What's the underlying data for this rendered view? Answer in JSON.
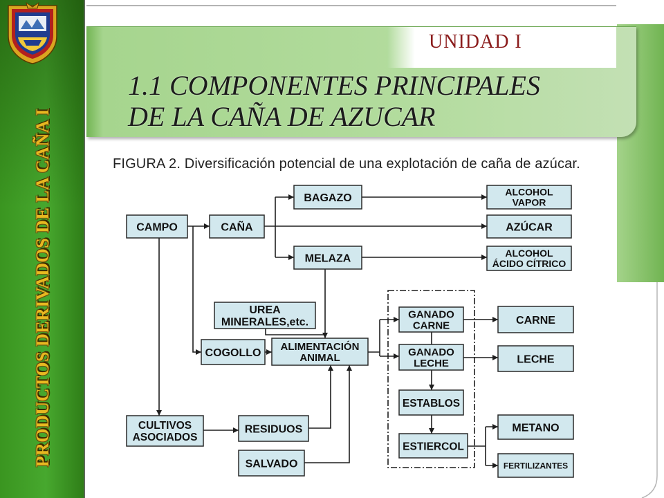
{
  "sidebar": {
    "vertical_title": "PRODUCTOS DERIVADOS DE LA CAÑA I"
  },
  "header": {
    "unit": "UNIDAD I",
    "title_line1": "1.1 COMPONENTES PRINCIPALES",
    "title_line2": "DE LA CAÑA DE AZUCAR"
  },
  "figure": {
    "caption": "FIGURA 2. Diversificación potencial de una explotación de caña de azúcar.",
    "nodes": {
      "campo": [
        "CAMPO"
      ],
      "cana": [
        "CAÑA"
      ],
      "bagazo": [
        "BAGAZO"
      ],
      "melaza": [
        "MELAZA"
      ],
      "alcohol_vapor": [
        "ALCOHOL",
        "VAPOR"
      ],
      "azucar": [
        "AZÚCAR"
      ],
      "alcohol_acido": [
        "ALCOHOL",
        "ÁCIDO CÍTRICO"
      ],
      "urea": [
        "UREA",
        "MINERALES,etc."
      ],
      "cogollo": [
        "COGOLLO"
      ],
      "alimentacion": [
        "ALIMENTACIÓN",
        "ANIMAL"
      ],
      "ganado_carne": [
        "GANADO",
        "CARNE"
      ],
      "ganado_leche": [
        "GANADO",
        "LECHE"
      ],
      "establos": [
        "ESTABLOS"
      ],
      "estiercol": [
        "ESTIERCOL"
      ],
      "carne": [
        "CARNE"
      ],
      "leche": [
        "LECHE"
      ],
      "metano": [
        "METANO"
      ],
      "fertilizantes": [
        "FERTILIZANTES"
      ],
      "cultivos": [
        "CULTIVOS",
        "ASOCIADOS"
      ],
      "residuos": [
        "RESIDUOS"
      ],
      "salvado": [
        "SALVADO"
      ]
    }
  },
  "colors": {
    "sidebar_green": "#3f9c25",
    "header_green": "#b3dc9e",
    "unit_red": "#8b1c1c",
    "sidebar_gold": "#e8b820",
    "node_fill": "#d2e8ee",
    "node_border": "#2a2a2a",
    "line": "#1e1e1e"
  }
}
